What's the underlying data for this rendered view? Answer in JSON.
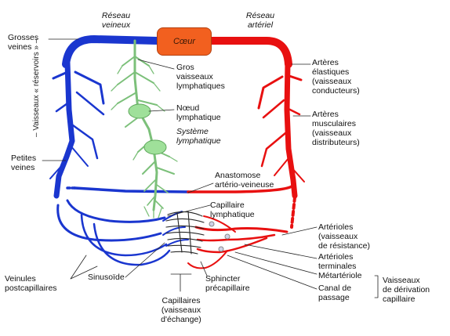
{
  "labels": {
    "reseau_veineux": "Réseau\nveineux",
    "reseau_arteriel": "Réseau\nartériel",
    "coeur": "Cœur",
    "grosses_veines": "Grosses\nveines",
    "reservoirs": "– Vaisseaux « réservoirs » –",
    "petites_veines": "Petites\nveines",
    "gros_lymph": "Gros\nvaisseaux\nlymphatiques",
    "noeud": "Nœud\nlymphatique",
    "systeme": "Système\nlymphatique",
    "arteres_elastiques": "Artères\nélastiques\n(vaisseaux\nconducteurs)",
    "arteres_musculaires": "Artères\nmusculaires\n(vaisseaux\ndistributeurs)",
    "anastomose": "Anastomose\nartério-veineuse",
    "capillaire_lymph": "Capillaire\nlymphatique",
    "arterioles": "Artérioles\n(vaisseaux\nde résistance)",
    "arterioles_term": "Artérioles\nterminales",
    "metarteriole": "Métartériole",
    "canal": "Canal de\npassage",
    "derivation": "Vaisseaux\nde dérivation\ncapillaire",
    "veinules": "Veinules\npostcapillaires",
    "sinusoide": "Sinusoïde",
    "sphincter": "Sphincter\nprécapillaire",
    "capillaires": "Capillaires\n(vaisseaux\nd'échange)"
  },
  "colors": {
    "vein": "#1a36cf",
    "artery": "#e81010",
    "lymph": "#7cc07a",
    "node": "#9fe09a",
    "heart": "#f2601f"
  }
}
